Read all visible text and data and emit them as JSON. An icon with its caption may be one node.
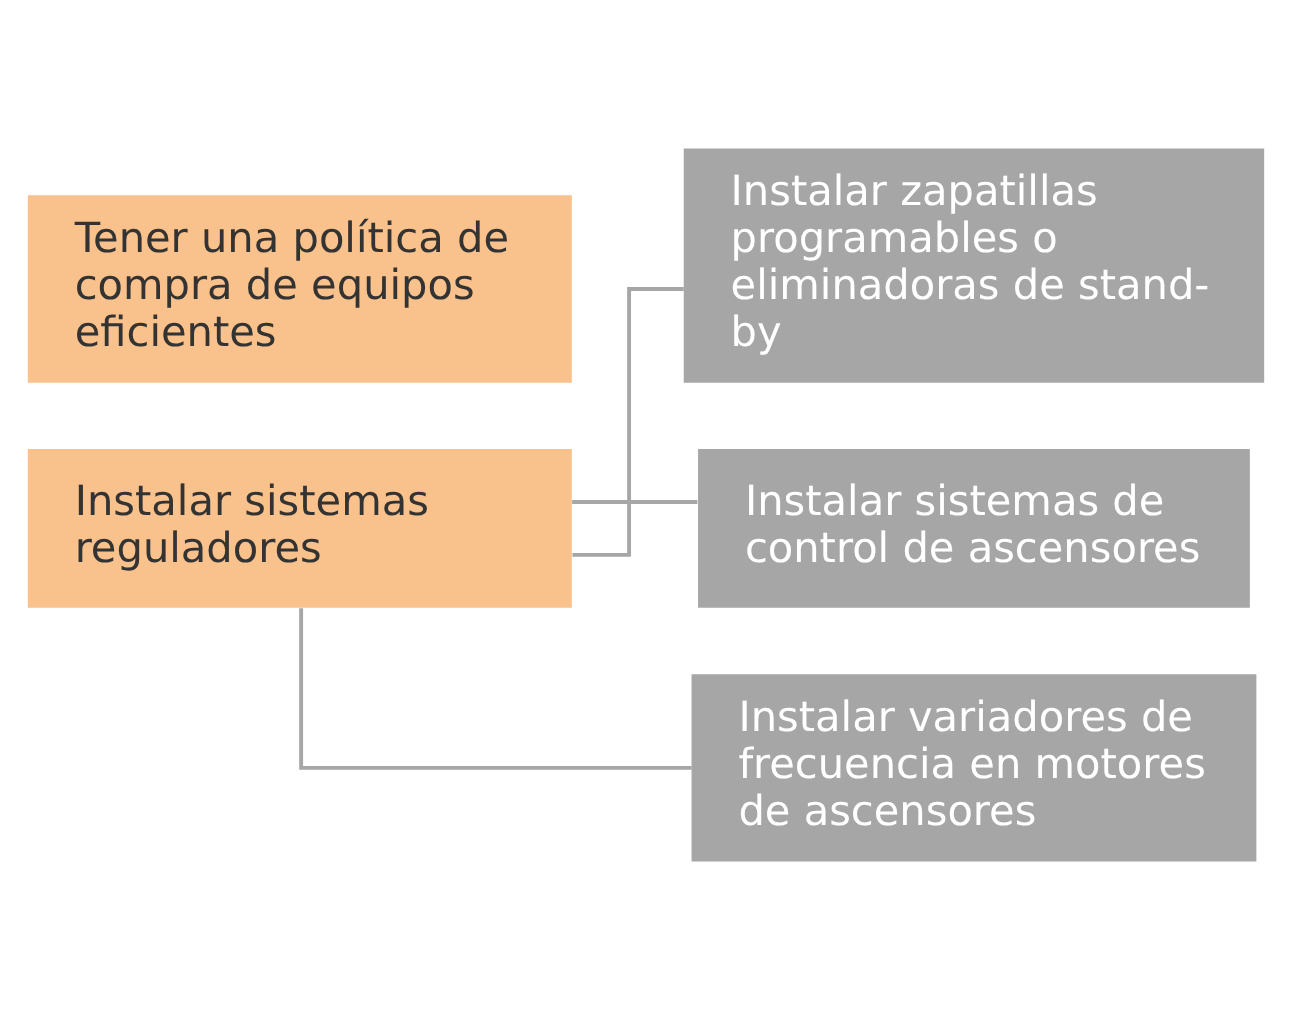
{
  "diagram": {
    "nodes": [
      {
        "text": [
          "Instalar sistemas reguladores"
        ]
      },
      {
        "text": [
          "Instalar zapatillas programables o eliminadoras de stand-by"
        ]
      },
      {
        "text": [
          "Instalar sistemas de control de ascensores"
        ]
      },
      {
        "text": [
          "Instalar variadores de frecuencia en motores de ascensores"
        ]
      },
      {
        "text": [
          "Tener una política de compra de equipos eficientes"
        ]
      }
    ],
    "edges": [
      {
        "from": 0,
        "to": 1,
        "arrow": "none"
      },
      {
        "from": 0,
        "to": 2,
        "arrow": "none"
      },
      {
        "from": 0,
        "to": 3,
        "arrow": "none"
      }
    ]
  }
}
